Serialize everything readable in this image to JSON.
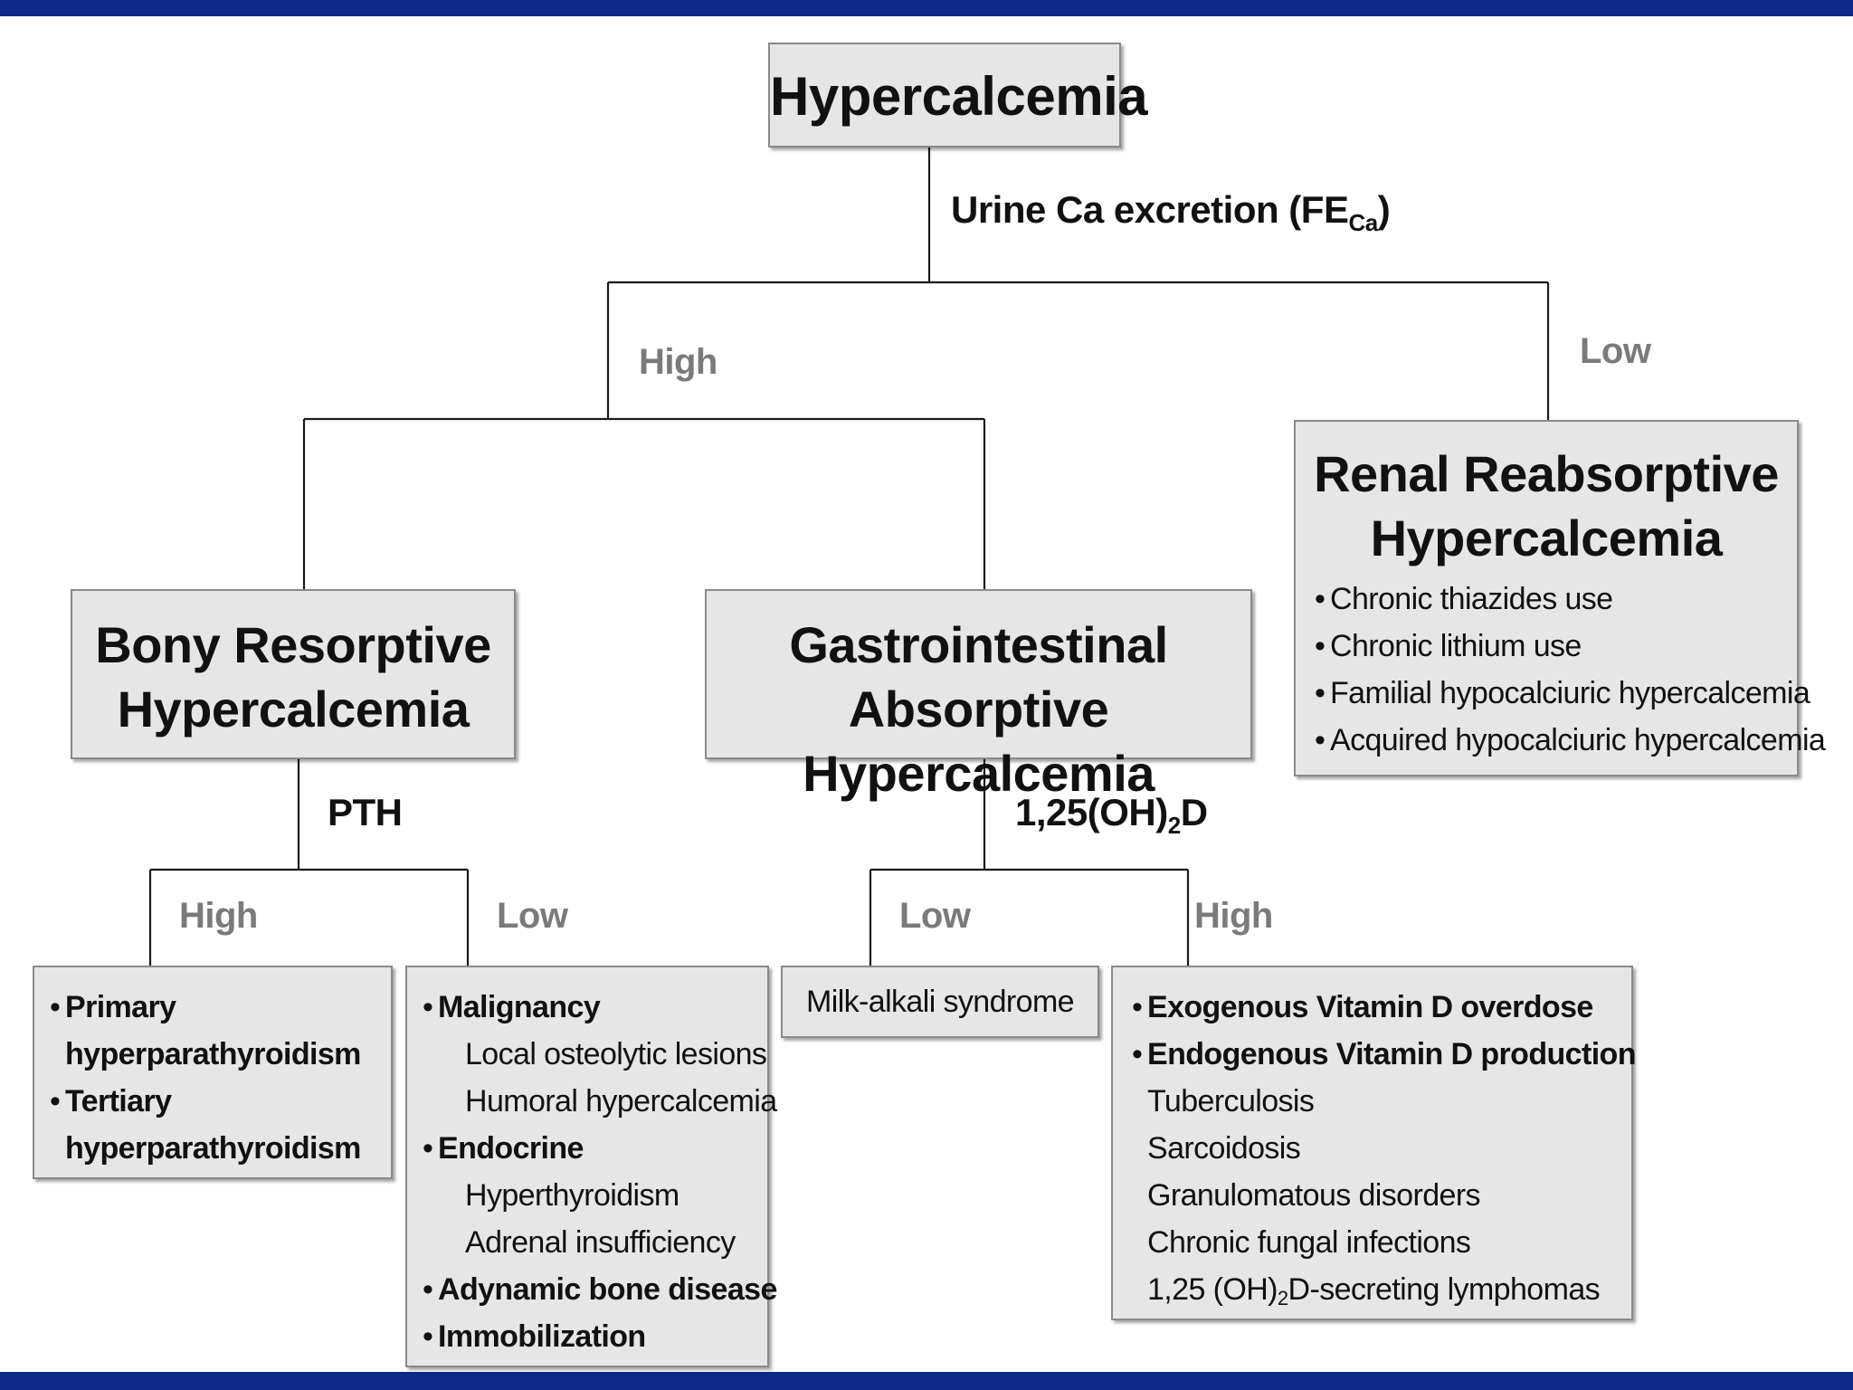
{
  "root": {
    "title": "Hypercalcemia"
  },
  "tests": {
    "urine": {
      "main": "Urine Ca excretion (FE",
      "sub": "Ca",
      "close": ")"
    },
    "pth": {
      "label": "PTH"
    },
    "vitd": {
      "pre": "1,25(OH)",
      "sub": "2",
      "post": "D"
    }
  },
  "branches": {
    "urine_high": "High",
    "urine_low": "Low",
    "pth_high": "High",
    "pth_low": "Low",
    "vitd_low": "Low",
    "vitd_high": "High"
  },
  "renal": {
    "title_line1": "Renal Reabsorptive",
    "title_line2": "Hypercalcemia",
    "items": [
      "Chronic thiazides use",
      "Chronic lithium use",
      "Familial hypocalciuric hypercalcemia",
      "Acquired hypocalciuric hypercalcemia"
    ]
  },
  "bony": {
    "title_line1": "Bony Resorptive",
    "title_line2": "Hypercalcemia"
  },
  "gi": {
    "title_line1": "Gastrointestinal",
    "title_line2": "Absorptive Hypercalcemia"
  },
  "pth_high_box": {
    "item1_line1": "Primary",
    "item1_line2": "hyperparathyroidism",
    "item2_line1": "Tertiary",
    "item2_line2": "hyperparathyroidism"
  },
  "pth_low_box": {
    "malignancy": "Malignancy",
    "malignancy_subs": [
      "Local osteolytic lesions",
      "Humoral hypercalcemia"
    ],
    "endocrine": "Endocrine",
    "endocrine_subs": [
      "Hyperthyroidism",
      "Adrenal insufficiency"
    ],
    "adynamic": "Adynamic bone disease",
    "immobilization": "Immobilization"
  },
  "milk_alkali": {
    "label": "Milk-alkali syndrome"
  },
  "vitd_high_box": {
    "exogenous": "Exogenous Vitamin D overdose",
    "endogenous": "Endogenous Vitamin D production",
    "subs": [
      "Tuberculosis",
      "Sarcoidosis",
      "Granulomatous disorders",
      "Chronic fungal infections"
    ],
    "lymphoma_pre": "1,25 (OH)",
    "lymphoma_sub": "2",
    "lymphoma_post": "D-secreting lymphomas"
  }
}
